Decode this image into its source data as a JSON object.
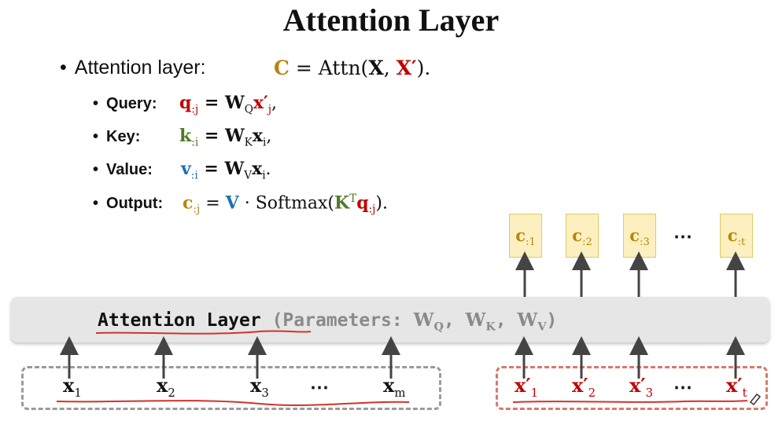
{
  "title": "Attention Layer",
  "bullets": {
    "main_label": "Attention layer:",
    "query_label": "Query:",
    "key_label": "Key:",
    "value_label": "Value:",
    "output_label": "Output:"
  },
  "equations": {
    "attn_lhs": "C",
    "attn_eq": " = Attn(",
    "attn_x": "X",
    "attn_comma": ", ",
    "attn_xp": "X′",
    "attn_end": ").",
    "query_q": "q",
    "query_sub": ":j",
    "query_mid": " = W",
    "query_wsub": "Q",
    "query_x": "x′",
    "query_xsub": "j",
    "query_end": ",",
    "key_k": "k",
    "key_sub": ":i",
    "key_mid": " = W",
    "key_wsub": "K",
    "key_x": "x",
    "key_xsub": "i",
    "key_end": ",",
    "value_v": "v",
    "value_sub": ":i",
    "value_mid": " = W",
    "value_wsub": "V",
    "value_x": "x",
    "value_xsub": "i",
    "value_end": ".",
    "out_c": "c",
    "out_sub": ":j",
    "out_eq": " = ",
    "out_V": "V",
    "out_mid": " · Softmax(",
    "out_K": "K",
    "out_T": "T",
    "out_q": "q",
    "out_qsub": ":j",
    "out_end": ")."
  },
  "layer": {
    "name": "Attention Layer",
    "params_prefix": " (Parameters: ",
    "wq": "W",
    "wq_sub": "Q",
    "wk": "W",
    "wk_sub": "K",
    "wv": "W",
    "wv_sub": "V",
    "sep": ", ",
    "close": ")"
  },
  "outputs": [
    {
      "sym": "c",
      "sub": ":1"
    },
    {
      "sym": "c",
      "sub": ":2"
    },
    {
      "sym": "c",
      "sub": ":3"
    },
    {
      "sym": "c",
      "sub": ":t"
    }
  ],
  "inputs_x": [
    {
      "sym": "x",
      "sub": "1"
    },
    {
      "sym": "x",
      "sub": "2"
    },
    {
      "sym": "x",
      "sub": "3"
    },
    {
      "sym": "x",
      "sub": "m"
    }
  ],
  "inputs_xp": [
    {
      "sym": "x′",
      "sub": "1"
    },
    {
      "sym": "x′",
      "sub": "2"
    },
    {
      "sym": "x′",
      "sub": "3"
    },
    {
      "sym": "x′",
      "sub": "t"
    }
  ],
  "ellipsis": "⋯",
  "colors": {
    "query": "#c00000",
    "key": "#4f7a28",
    "value": "#1f6fb5",
    "output": "#b8860b",
    "c_box_fill": "#fdf0c0",
    "layer_fill": "#e6e6e6",
    "annotation_red": "#d0342c"
  }
}
